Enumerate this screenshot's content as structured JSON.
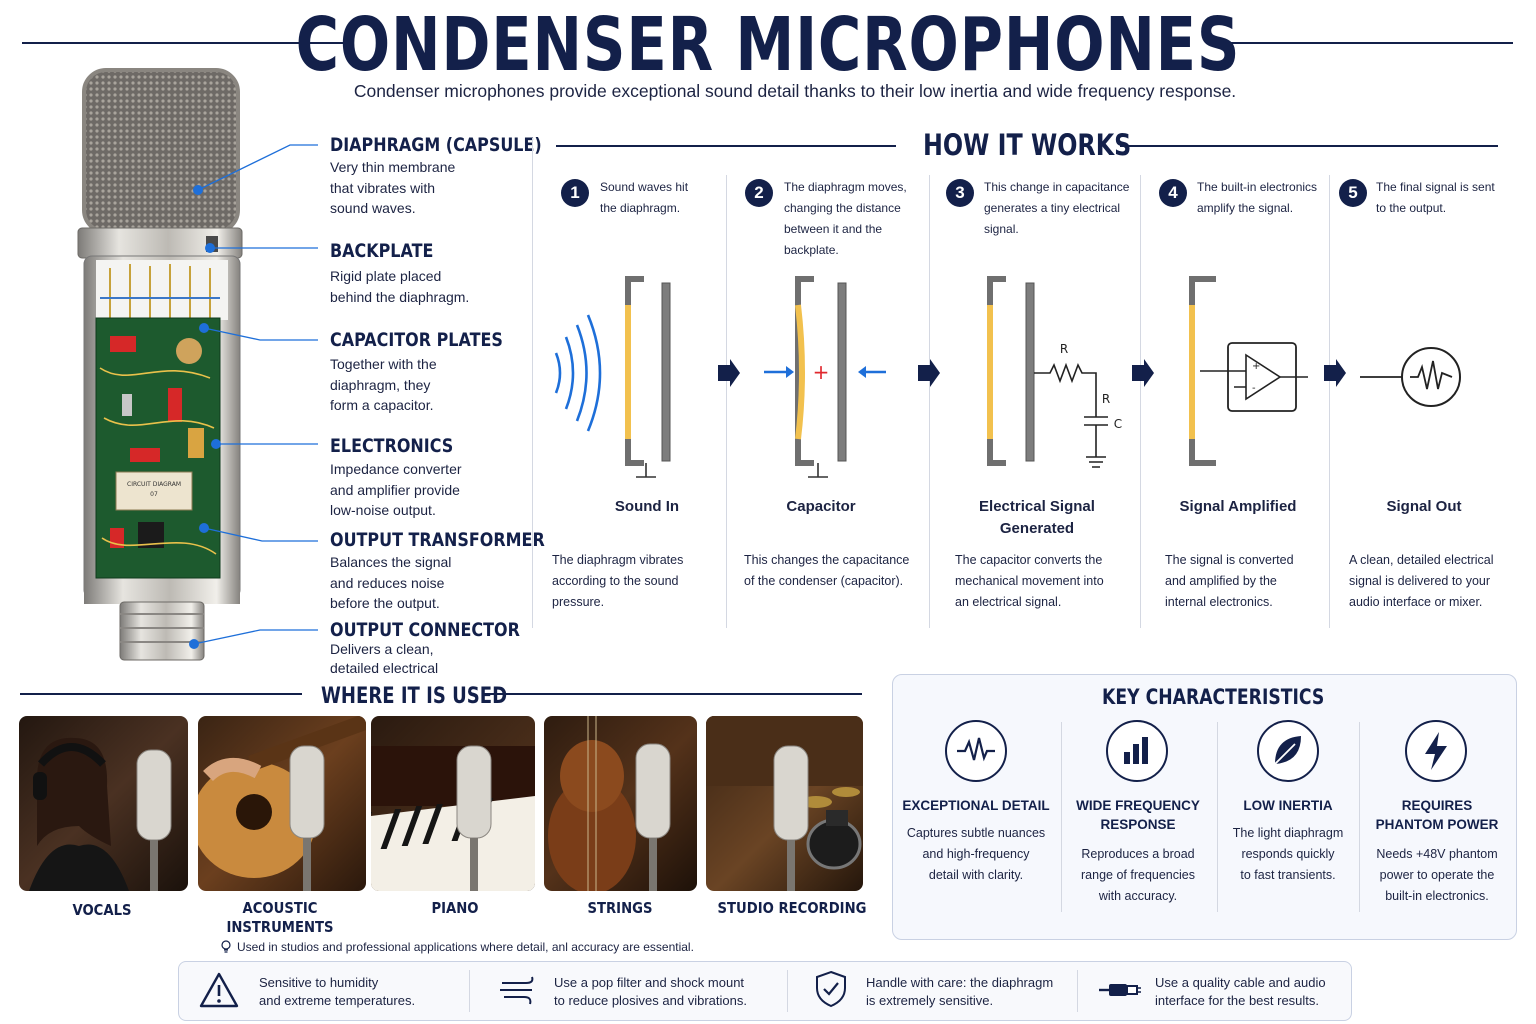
{
  "header": {
    "title": "CONDENSER MICROPHONES",
    "subtitle": "Condenser microphones provide exceptional sound detail thanks to their low inertia and wide frequency response."
  },
  "colors": {
    "navy": "#13204a",
    "accent_blue": "#1e6fd9",
    "diaphragm_gold": "#f2c14e",
    "alert_red": "#e0282e"
  },
  "parts": [
    {
      "title": "DIAPHRAGM (CAPSULE)",
      "desc": "Very thin membrane\nthat vibrates with\nsound waves."
    },
    {
      "title": "BACKPLATE",
      "desc": "Rigid plate placed\nbehind the diaphragm."
    },
    {
      "title": "CAPACITOR PLATES",
      "desc": "Together with the\ndiaphragm, they\nform a capacitor."
    },
    {
      "title": "ELECTRONICS",
      "desc": "Impedance converter\nand amplifier provide\nlow-noise output."
    },
    {
      "title": "OUTPUT TRANSFORMER",
      "desc": "Balances the signal\nand reduces noise\nbefore the output."
    },
    {
      "title": "OUTPUT CONNECTOR",
      "desc": "Delivers a clean,\ndetailed electrical"
    }
  ],
  "mic": {
    "board_label": "CIRCUIT DIAGRAM\n07"
  },
  "how_it_works": {
    "title": "HOW IT WORKS",
    "steps": [
      {
        "num": "1",
        "text": "Sound waves hit\nthe diaphragm.",
        "label": "Sound In",
        "desc": "The diaphragm vibrates\naccording to the sound\npressure."
      },
      {
        "num": "2",
        "text": "The diaphragm moves,\nchanging the distance\nbetween it and the\nbackplate.",
        "label": "Capacitor",
        "desc": "This changes the capacitance\nof the condenser (capacitor)."
      },
      {
        "num": "3",
        "text": "This change in capacitance\ngenerates a tiny electrical\nsignal.",
        "label": "Electrical Signal\nGenerated",
        "desc": "The capacitor converts the\nmechanical movement into\nan electrical signal."
      },
      {
        "num": "4",
        "text": "The built-in electronics\namplify the signal.",
        "label": "Signal Amplified",
        "desc": "The signal is converted\nand amplified by the\ninternal electronics."
      },
      {
        "num": "5",
        "text": "The final signal is sent\nto the output.",
        "label": "Signal Out",
        "desc": "A clean, detailed electrical\nsignal is delivered to your\naudio interface or mixer."
      }
    ],
    "circuit": {
      "r1": "R",
      "r2": "R",
      "c": "C",
      "plus": "+",
      "op_plus": "+",
      "op_minus": "-"
    }
  },
  "where_used": {
    "title": "WHERE IT IS USED",
    "items": [
      {
        "label": "VOCALS"
      },
      {
        "label": "ACOUSTIC\nINSTRUMENTS"
      },
      {
        "label": "PIANO"
      },
      {
        "label": "STRINGS"
      },
      {
        "label": "STUDIO RECORDING"
      }
    ],
    "note": "Used in studios and professional applications where detail, anl accuracy are essential."
  },
  "key_characteristics": {
    "title": "KEY CHARACTERISTICS",
    "items": [
      {
        "icon": "waveform-icon",
        "title": "EXCEPTIONAL DETAIL",
        "desc": "Captures subtle nuances\nand high-frequency\ndetail with clarity."
      },
      {
        "icon": "bar-graph-icon",
        "title": "WIDE FREQUENCY\nRESPONSE",
        "desc": "Reproduces a broad\nrange of frequencies\nwith accuracy."
      },
      {
        "icon": "leaf-icon",
        "title": "LOW INERTIA",
        "desc": "The light diaphragm\nresponds quickly\nto fast transients."
      },
      {
        "icon": "lightning-icon",
        "title": "REQUIRES\nPHANTOM POWER",
        "desc": "Needs +48V phantom\npower to operate the\nbuilt-in electronics."
      }
    ]
  },
  "tips": [
    {
      "icon": "warning-icon",
      "text": "Sensitive to humidity\nand extreme temperatures."
    },
    {
      "icon": "wind-icon",
      "text": "Use a pop filter and shock mount\nto reduce plosives and vibrations."
    },
    {
      "icon": "shield-check-icon",
      "text": "Handle with care: the diaphragm\nis extremely sensitive."
    },
    {
      "icon": "cable-icon",
      "text": "Use a quality cable and audio\ninterface for the best results."
    }
  ]
}
